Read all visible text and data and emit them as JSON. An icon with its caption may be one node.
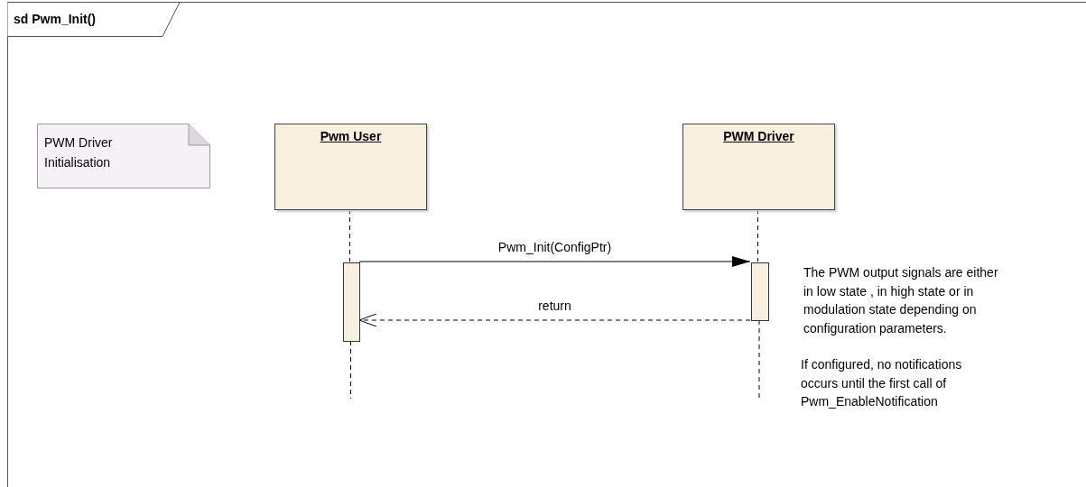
{
  "diagram": {
    "nodes": [
      {
        "text": [
          "sd Pwm_Init()"
        ]
      },
      {
        "text": [
          "PWM Driver Initialisation"
        ],
        "in": 0
      },
      {
        "text": [
          "Pwm User"
        ],
        "in": 0
      },
      {
        "text": [
          "PWM Driver"
        ],
        "in": 0
      },
      {
        "text": [],
        "shape": "bar",
        "in": 0
      },
      {
        "text": [],
        "shape": "bar",
        "in": 0
      }
    ],
    "edges": [
      {
        "from": 2,
        "to": 4,
        "arrow": "none",
        "style": "dashed"
      },
      {
        "from": 4,
        "to": null,
        "arrow": "none",
        "style": "dashed"
      },
      {
        "from": 3,
        "to": 5,
        "arrow": "none",
        "style": "dashed"
      },
      {
        "from": 5,
        "to": null,
        "arrow": "none",
        "style": "dashed"
      },
      {
        "from": 4,
        "to": 5,
        "arrow": "to",
        "label": "Pwm_Init(ConfigPtr)"
      },
      {
        "from": 5,
        "to": 4,
        "arrow": "to",
        "label": "return",
        "style": "dashed"
      }
    ],
    "labels": [
      "The PWM output signals are either in low state , in high state or in modulation state depending on configuration parameters.",
      "If configured, no notifications occurs until the first call of Pwm_EnableNotification"
    ]
  }
}
